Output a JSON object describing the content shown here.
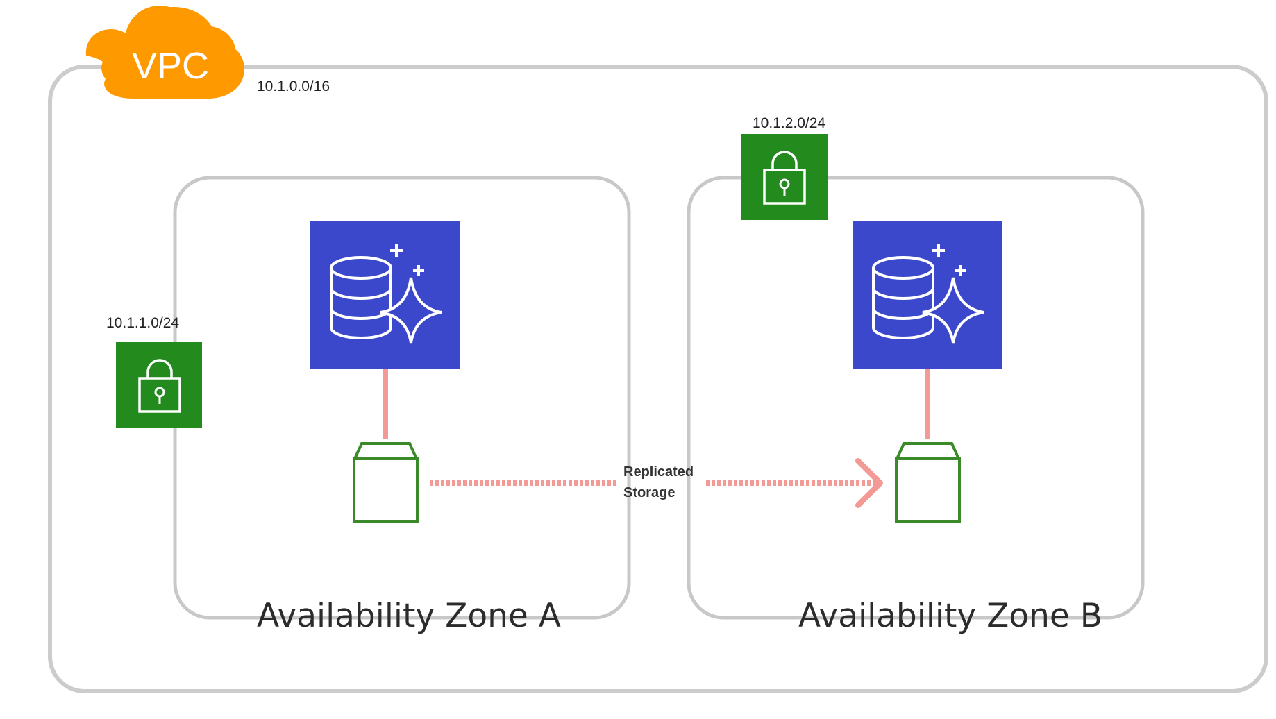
{
  "vpc": {
    "label": "VPC",
    "cidr": "10.1.0.0/16",
    "cloud_color": "#FF9900"
  },
  "subnets": [
    {
      "cidr": "10.1.1.0/24",
      "icon": "lock-icon",
      "color": "#238A1E"
    },
    {
      "cidr": "10.1.2.0/24",
      "icon": "lock-icon",
      "color": "#238A1E"
    }
  ],
  "zones": [
    {
      "label": "Availability Zone A",
      "database_icon": "aurora-database-icon",
      "storage_icon": "storage-volume-icon"
    },
    {
      "label": "Availability Zone B",
      "database_icon": "aurora-database-icon",
      "storage_icon": "storage-volume-icon"
    }
  ],
  "replication": {
    "label_line1": "Replicated",
    "label_line2": "Storage",
    "color": "#F49A96"
  },
  "colors": {
    "database_bg": "#3B48CC",
    "container_border": "#C8C8C8",
    "storage_stroke": "#3A8A2A"
  }
}
